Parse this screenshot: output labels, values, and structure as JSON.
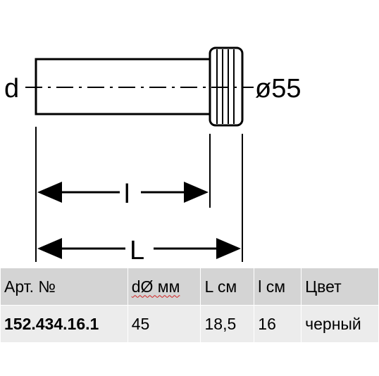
{
  "drawing": {
    "label_d": "d",
    "label_outer": "ø55",
    "label_l": "l",
    "label_L": "L"
  },
  "table": {
    "headers": [
      "Арт. №",
      "dØ мм",
      "L см",
      "l см",
      "Цвет"
    ],
    "rows": [
      [
        "152.434.16.1",
        "45",
        "18,5",
        "16",
        "черный"
      ]
    ]
  }
}
